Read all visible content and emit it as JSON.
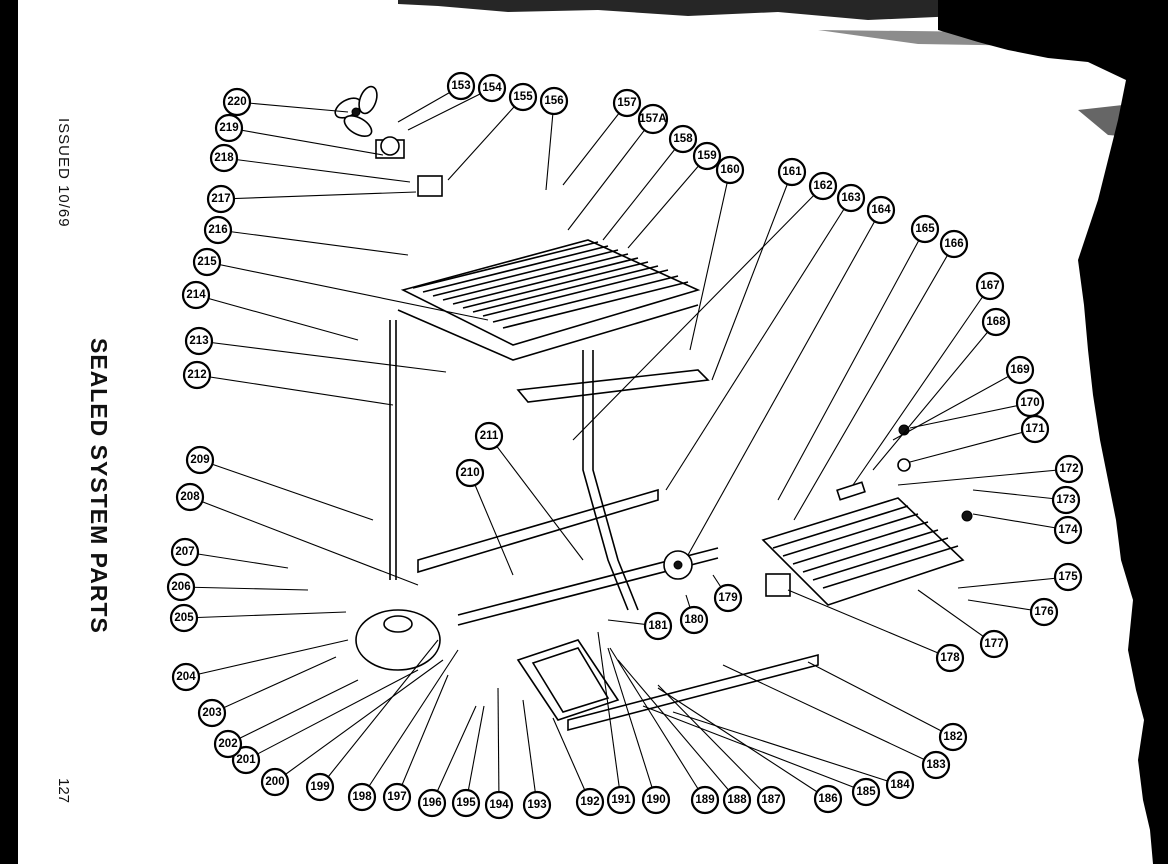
{
  "header": {
    "issued": "ISSUED 10/69",
    "title": "SEALED SYSTEM PARTS",
    "page_number": "127"
  },
  "callouts": [
    "220",
    "153",
    "154",
    "155",
    "156",
    "157",
    "157A",
    "158",
    "159",
    "160",
    "161",
    "162",
    "163",
    "164",
    "165",
    "166",
    "167",
    "168",
    "169",
    "170",
    "171",
    "172",
    "173",
    "174",
    "175",
    "176",
    "177",
    "178",
    "179",
    "180",
    "181",
    "182",
    "183",
    "184",
    "185",
    "186",
    "187",
    "188",
    "189",
    "190",
    "191",
    "192",
    "193",
    "194",
    "195",
    "196",
    "197",
    "198",
    "199",
    "200",
    "201",
    "202",
    "203",
    "204",
    "205",
    "206",
    "207",
    "208",
    "209",
    "210",
    "211",
    "212",
    "213",
    "214",
    "215",
    "216",
    "217",
    "218",
    "219"
  ]
}
